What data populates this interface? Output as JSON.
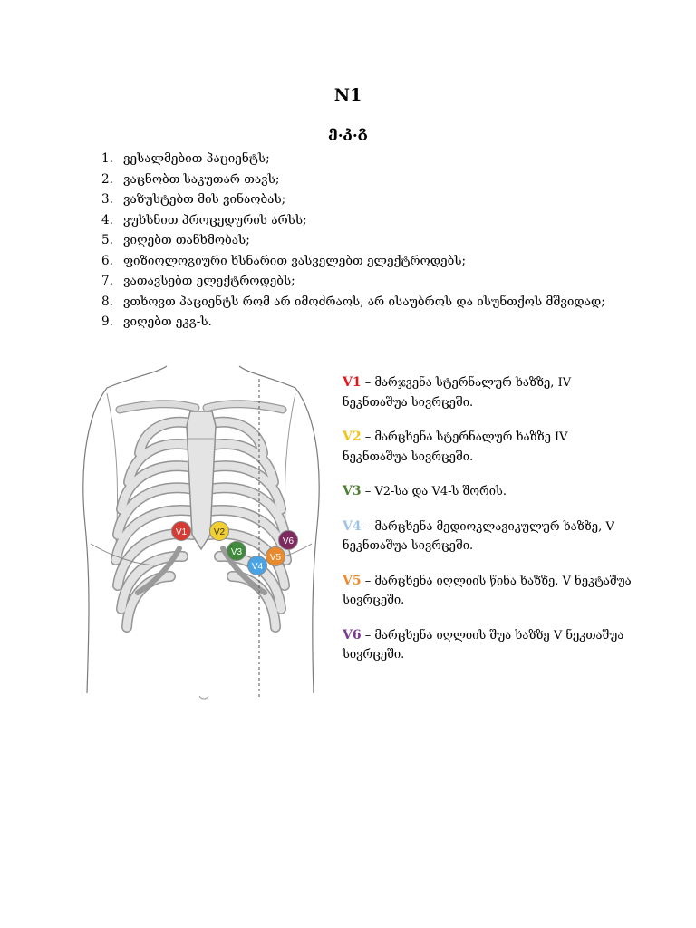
{
  "document": {
    "title": "N1",
    "subtitle": "ე.კ.გ",
    "steps": [
      {
        "number": "1.",
        "text": "ვესალმებით პაციენტს;"
      },
      {
        "number": "2.",
        "text": "ვაცნობთ საკუთარ თავს;"
      },
      {
        "number": "3.",
        "text": "ვაზუსტებთ მის ვინაობას;"
      },
      {
        "number": "4.",
        "text": "ვუხსნით პროცედურის არსს;"
      },
      {
        "number": "5.",
        "text": "ვიღებთ თანხმობას;"
      },
      {
        "number": "6.",
        "text": "ფიზიოლოგიური ხსნარით ვასველებთ ელექტროდებს;"
      },
      {
        "number": "7.",
        "text": "ვათავსებთ ელექტროდებს;"
      },
      {
        "number": "8.",
        "text": "ვთხოვთ პაციენტს რომ არ იმოძრაოს, არ ისაუბროს და ისუნთქოს მშვიდად;"
      },
      {
        "number": "9.",
        "text": "ვიღებთ ეკგ-ს."
      }
    ]
  },
  "illustration": {
    "markers": [
      {
        "label": "V1",
        "color": "#d63a32"
      },
      {
        "label": "V2",
        "color": "#f0cf2e"
      },
      {
        "label": "V3",
        "color": "#3f8a3c"
      },
      {
        "label": "V4",
        "color": "#4aa3e4"
      },
      {
        "label": "V5",
        "color": "#ea8a2e"
      },
      {
        "label": "V6",
        "color": "#7e2a5e"
      }
    ]
  },
  "leads": [
    {
      "code": "V1",
      "color": "#e4161b",
      "description": " – მარჯვენა სტერნალურ ხაზზე, IV ნეკნთაშუა სივრცეში."
    },
    {
      "code": "V2",
      "color": "#f1c414",
      "description": " – მარცხენა სტერნალურ ხაზზე IV ნეკნთაშუა სივრცეში."
    },
    {
      "code": "V3",
      "color": "#4c7f2e",
      "description": " – V2-სა და V4-ს შორის."
    },
    {
      "code": "V4",
      "color": "#9cc3e6",
      "description": " – მარცხენა მედიოკლავიკულურ ხაზზე, V ნეკნთაშუა სივრცეში."
    },
    {
      "code": "V5",
      "color": "#ee8a2c",
      "description": " – მარცხენა იღლიის წინა ხაზზე, V ნეკტაშუა სივრცეში."
    },
    {
      "code": "V6",
      "color": "#7a3a92",
      "description": " – მარცხენა იღლიის შუა ხაზზე V ნეკთაშუა სივრცეში."
    }
  ]
}
